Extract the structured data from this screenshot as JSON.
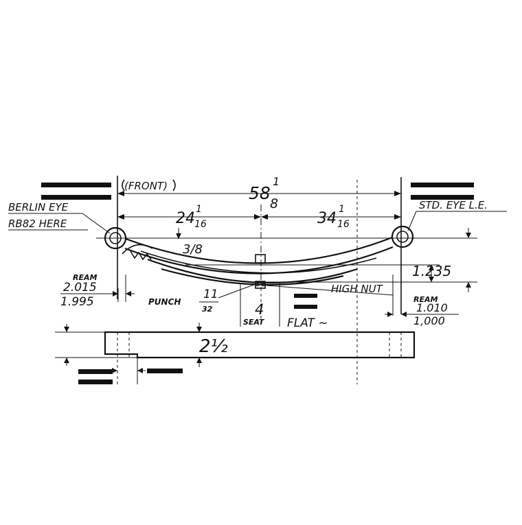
{
  "drawing": {
    "front_label": "(FRONT)",
    "overall_length": {
      "whole": "58",
      "num": "1",
      "den": "8"
    },
    "front_length": {
      "whole": "24",
      "num": "1",
      "den": "16"
    },
    "rear_length": {
      "whole": "34",
      "num": "1",
      "den": "16"
    },
    "left_eye_label_1": "BERLIN EYE",
    "left_eye_label_2": "RB82 HERE",
    "right_eye_label": "STD. EYE L.E.",
    "thickness_label": "3/8",
    "arch_label": "1.235",
    "left_ream": {
      "label": "REAM",
      "max": "2.015",
      "min": "1.995"
    },
    "right_ream": {
      "label": "REAM",
      "max": "1.010",
      "min": "1,000"
    },
    "punch_label": "PUNCH",
    "punch_size": {
      "num": "11",
      "den": "32"
    },
    "high_nut_label": "HIGH NUT",
    "seat_value": "4",
    "seat_label": "SEAT",
    "flat_label": "FLAT ~",
    "width_label": "2½"
  }
}
